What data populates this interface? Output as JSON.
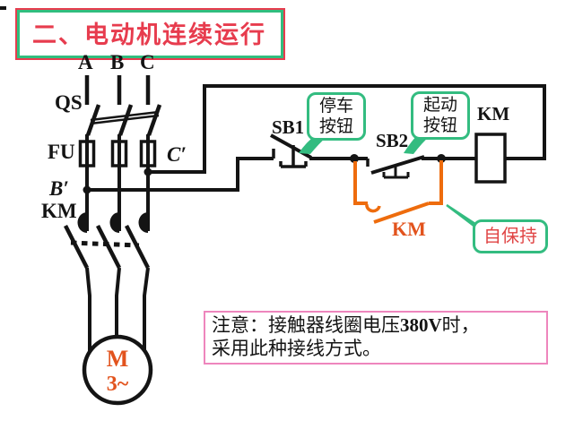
{
  "title": "二、电动机连续运行",
  "colors": {
    "title_red": "#e73c4e",
    "callout_green": "#33bc80",
    "orange_wire": "#ee6c0d",
    "orange_text": "#e2531d",
    "selfhold_red": "#e04545",
    "note_border_pink": "#ee86bd",
    "wire_black": "#141414"
  },
  "labels": {
    "phase_a": "A",
    "phase_b": "B",
    "phase_c": "C",
    "qs": "QS",
    "fu": "FU",
    "c_prime": "C′",
    "b_prime": "B′",
    "km_main": "KM",
    "sb1": "SB1",
    "sb2": "SB2",
    "km_coil": "KM",
    "km_selfhold": "KM",
    "motor_m": "M",
    "motor_3ph": "3~"
  },
  "callouts": {
    "stop": {
      "line1": "停车",
      "line2": "按钮"
    },
    "start": {
      "line1": "起动",
      "line2": "按钮"
    },
    "selfhold": "自保持"
  },
  "note": {
    "prefix": "注意：接触器线圈电压",
    "bold": "380V",
    "suffix": "时，",
    "line2": "采用此种接线方式。"
  }
}
